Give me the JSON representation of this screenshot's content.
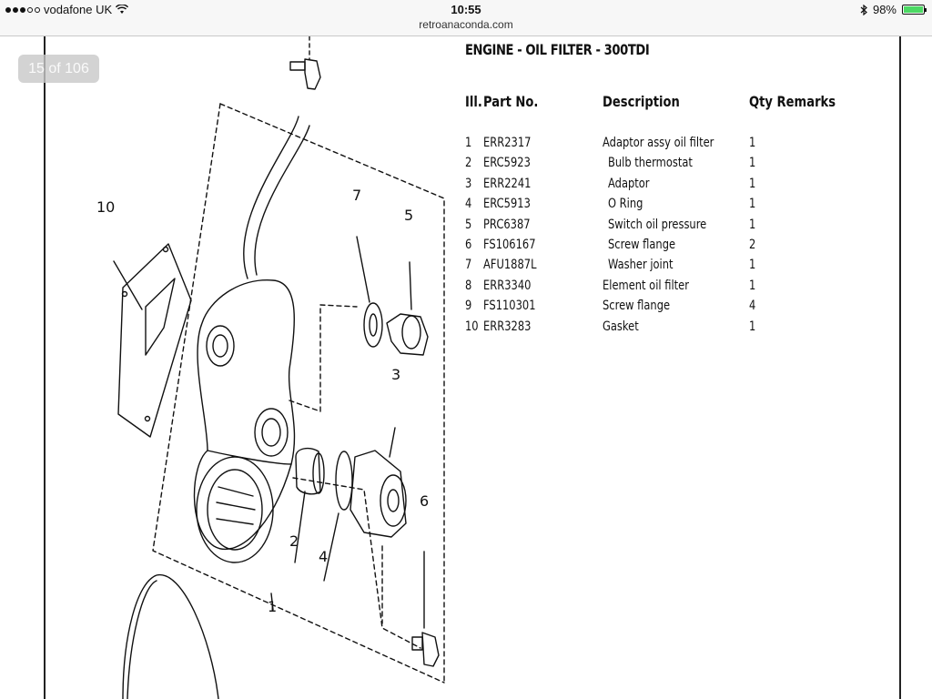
{
  "status_bar": {
    "carrier": "vodafone UK",
    "time": "10:55",
    "battery_percent": "98%",
    "battery_level": 0.98
  },
  "browser": {
    "url": "retroanaconda.com"
  },
  "viewer": {
    "page_indicator": "15 of 106"
  },
  "document": {
    "title": "ENGINE - OIL FILTER - 300TDI",
    "table_headers": {
      "ill": "Ill.",
      "part_no": "Part No.",
      "description": "Description",
      "qty_remarks": "Qty Remarks"
    },
    "parts": [
      {
        "ill": "1",
        "part_no": "ERR2317",
        "description": "Adaptor assy oil filter",
        "qty": "1",
        "indent": false
      },
      {
        "ill": "2",
        "part_no": "ERC5923",
        "description": "Bulb thermostat",
        "qty": "1",
        "indent": true
      },
      {
        "ill": "3",
        "part_no": "ERR2241",
        "description": "Adaptor",
        "qty": "1",
        "indent": true
      },
      {
        "ill": "4",
        "part_no": "ERC5913",
        "description": "O Ring",
        "qty": "1",
        "indent": true
      },
      {
        "ill": "5",
        "part_no": "PRC6387",
        "description": "Switch oil pressure",
        "qty": "1",
        "indent": true
      },
      {
        "ill": "6",
        "part_no": "FS106167",
        "description": "Screw flange",
        "qty": "2",
        "indent": true
      },
      {
        "ill": "7",
        "part_no": "AFU1887L",
        "description": "Washer joint",
        "qty": "1",
        "indent": true
      },
      {
        "ill": "8",
        "part_no": "ERR3340",
        "description": "Element oil filter",
        "qty": "1",
        "indent": false
      },
      {
        "ill": "9",
        "part_no": "FS110301",
        "description": "Screw flange",
        "qty": "4",
        "indent": false
      },
      {
        "ill": "10",
        "part_no": "ERR3283",
        "description": "Gasket",
        "qty": "1",
        "indent": false
      }
    ],
    "diagram_callouts": {
      "c10": "10",
      "c7": "7",
      "c5": "5",
      "c3": "3",
      "c2": "2",
      "c4": "4",
      "c6": "6",
      "c1": "1"
    }
  }
}
